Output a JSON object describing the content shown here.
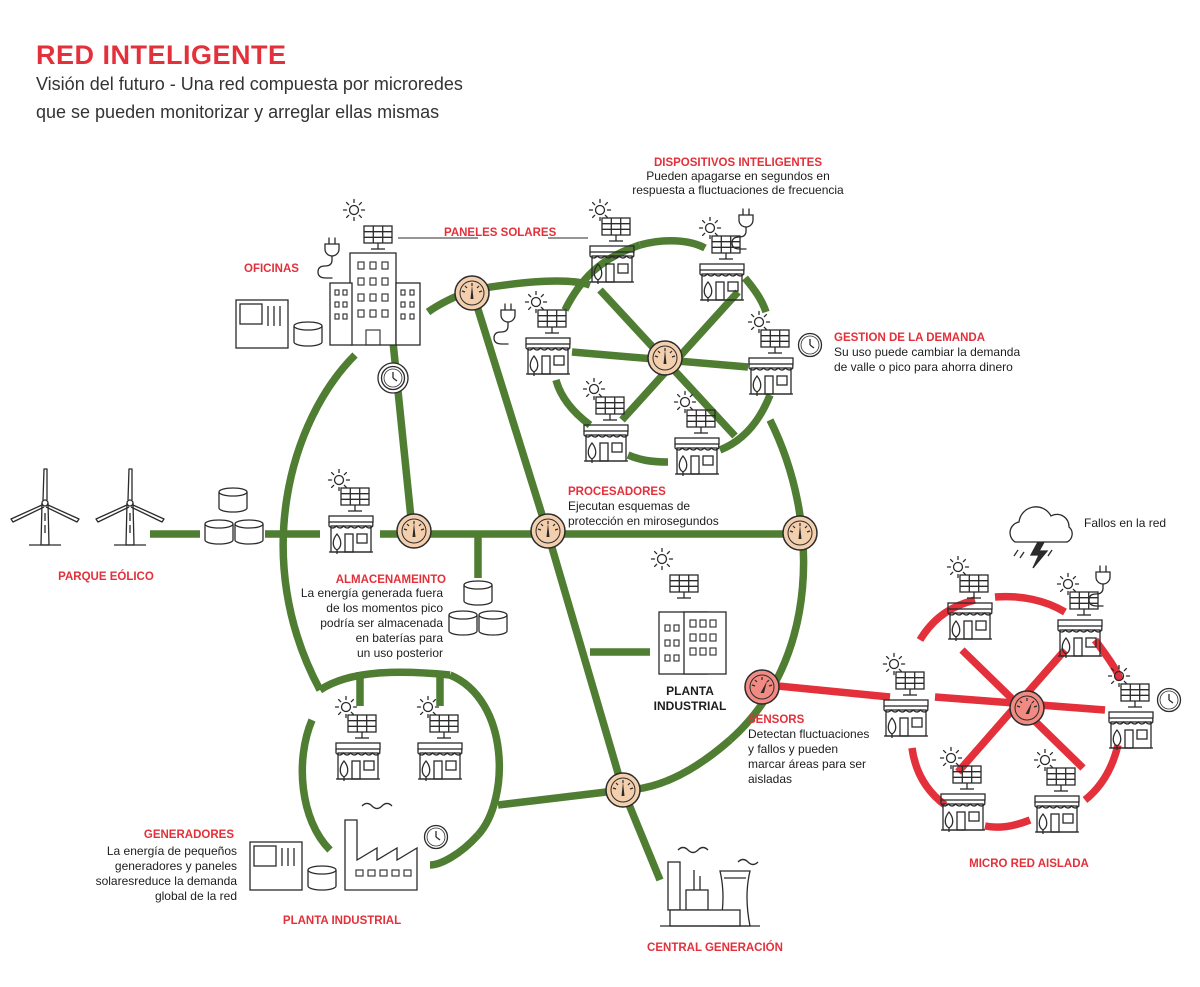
{
  "title": "RED INTELIGENTE",
  "subtitle": [
    "Visión del futuro - Una red compuesta por microredes",
    "que se pueden monitorizar y arreglar ellas mismas"
  ],
  "colors": {
    "accent_red": "#e3303a",
    "line_green": "#4f7d32",
    "node_fill": "#f3cfae",
    "node_red_fill": "#f08a82",
    "icon_stroke": "#2b2b2b"
  },
  "labels": {
    "dispositivos": {
      "title": "DISPOSITIVOS INTELIGENTES",
      "desc": [
        "Pueden apagarse en segundos en",
        "respuesta a fluctuaciones de frecuencia"
      ]
    },
    "paneles": {
      "title": "PANELES SOLARES"
    },
    "oficinas": {
      "title": "OFICINAS"
    },
    "gestion": {
      "title": "GESTION DE LA DEMANDA",
      "desc": [
        "Su uso puede cambiar la demanda",
        "de valle o pico para ahorra dinero"
      ]
    },
    "procesadores": {
      "title": "PROCESADORES",
      "desc": [
        "Ejecutan esquemas de",
        "protección en mirosegundos"
      ]
    },
    "fallos": {
      "text": "Fallos en la red"
    },
    "parque": {
      "title": "PARQUE EÓLICO"
    },
    "almacenamiento": {
      "title": "ALMACENAMEINTO",
      "desc": [
        "La energía generada fuera",
        "de los momentos pico",
        "podría ser almacenada",
        "en baterías para",
        "un uso posterior"
      ]
    },
    "planta_industrial_center": {
      "lines": [
        "PLANTA",
        "INDUSTRIAL"
      ]
    },
    "sensors": {
      "title": "SENSORS",
      "desc": [
        "Detectan fluctuaciones",
        "y fallos y pueden",
        "marcar áreas para ser",
        "aisladas"
      ]
    },
    "generadores": {
      "title": "GENERADORES",
      "desc": [
        "La energía de pequeños",
        "generadores y paneles",
        "solaresreduce la demanda",
        "global de la red"
      ]
    },
    "planta_industrial_bottom": {
      "title": "PLANTA INDUSTRIAL"
    },
    "micro_red": {
      "title": "MICRO RED AISLADA"
    },
    "central": {
      "title": "CENTRAL GENERACIÓN"
    }
  },
  "icons": [
    "wind-turbine-icon",
    "battery-icon",
    "house-solar-icon",
    "office-building-icon",
    "factory-icon",
    "power-plant-icon",
    "clock-icon",
    "plug-icon",
    "sun-icon",
    "storm-cloud-icon",
    "gauge-node-icon"
  ]
}
